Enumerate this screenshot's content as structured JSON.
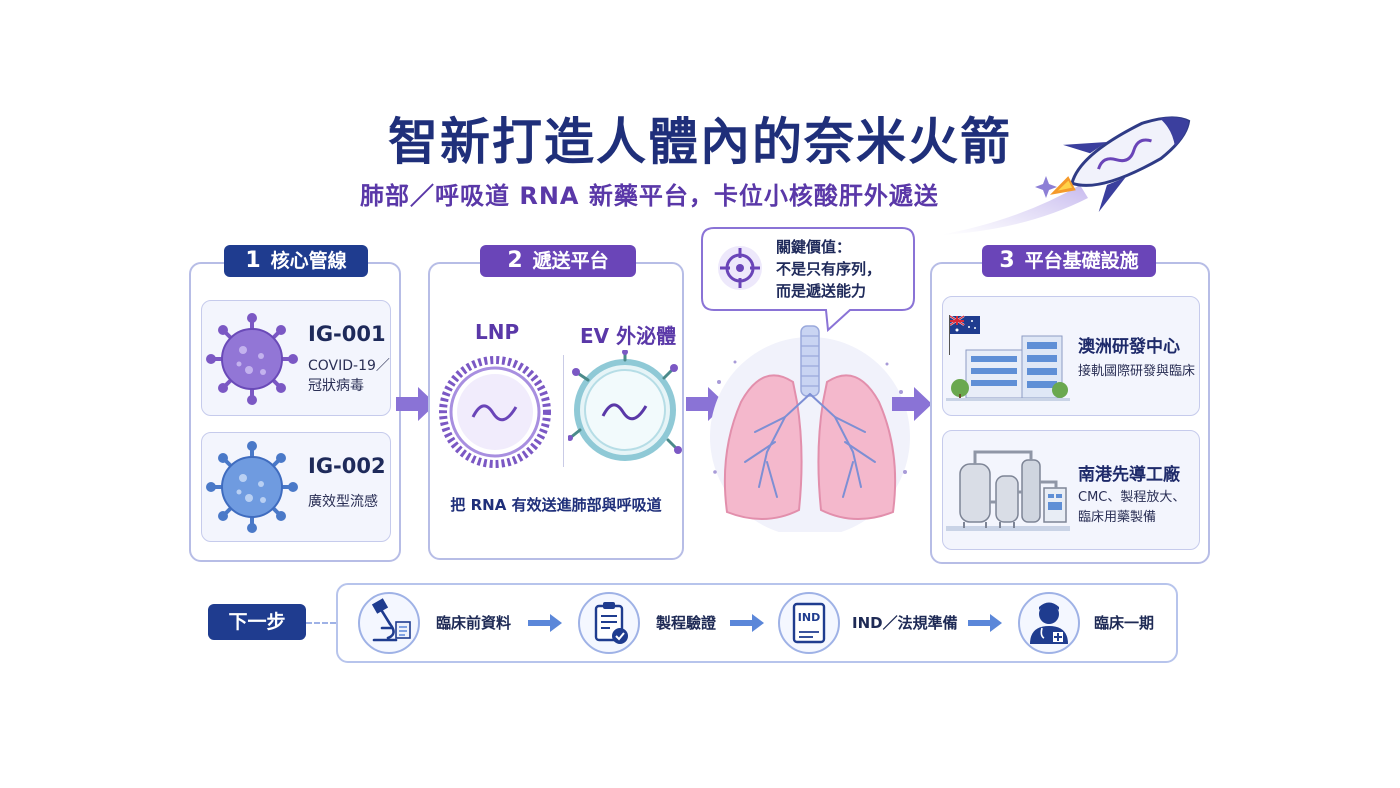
{
  "title": "智新打造人體內的奈米火箭",
  "subtitle": "肺部／呼吸道 RNA 新藥平台，卡位小核酸肝外遞送",
  "sections": {
    "pipeline": {
      "number": "1",
      "label": "核心管線",
      "items": [
        {
          "code": "IG-001",
          "desc_line1": "COVID-19／",
          "desc_line2": "冠狀病毒"
        },
        {
          "code": "IG-002",
          "desc_line1": "廣效型流感",
          "desc_line2": ""
        }
      ]
    },
    "delivery": {
      "number": "2",
      "label": "遞送平台",
      "lnp_label": "LNP",
      "ev_label": "EV 外泌體",
      "caption": "把 RNA 有效送進肺部與呼吸道"
    },
    "key_value": {
      "line1": "關鍵價值：",
      "line2": "不是只有序列，",
      "line3": "而是遞送能力"
    },
    "infrastructure": {
      "number": "3",
      "label": "平台基礎設施",
      "items": [
        {
          "title": "澳洲研發中心",
          "desc_line1": "接軌國際研發與臨床",
          "desc_line2": ""
        },
        {
          "title": "南港先導工廠",
          "desc_line1": "CMC、製程放大、",
          "desc_line2": "臨床用藥製備"
        }
      ]
    }
  },
  "next_steps": {
    "label": "下一步",
    "steps": [
      {
        "label": "臨床前資料",
        "icon": "microscope-icon"
      },
      {
        "label": "製程驗證",
        "icon": "clipboard-check-icon"
      },
      {
        "label": "IND／法規準備",
        "icon": "ind-document-icon",
        "icon_text": "IND"
      },
      {
        "label": "臨床一期",
        "icon": "doctor-icon"
      }
    ]
  },
  "colors": {
    "navy": "#1f3c8f",
    "purple": "#6a45b8",
    "arrow": "#8a73d6",
    "step_arrow": "#5b87d9"
  }
}
